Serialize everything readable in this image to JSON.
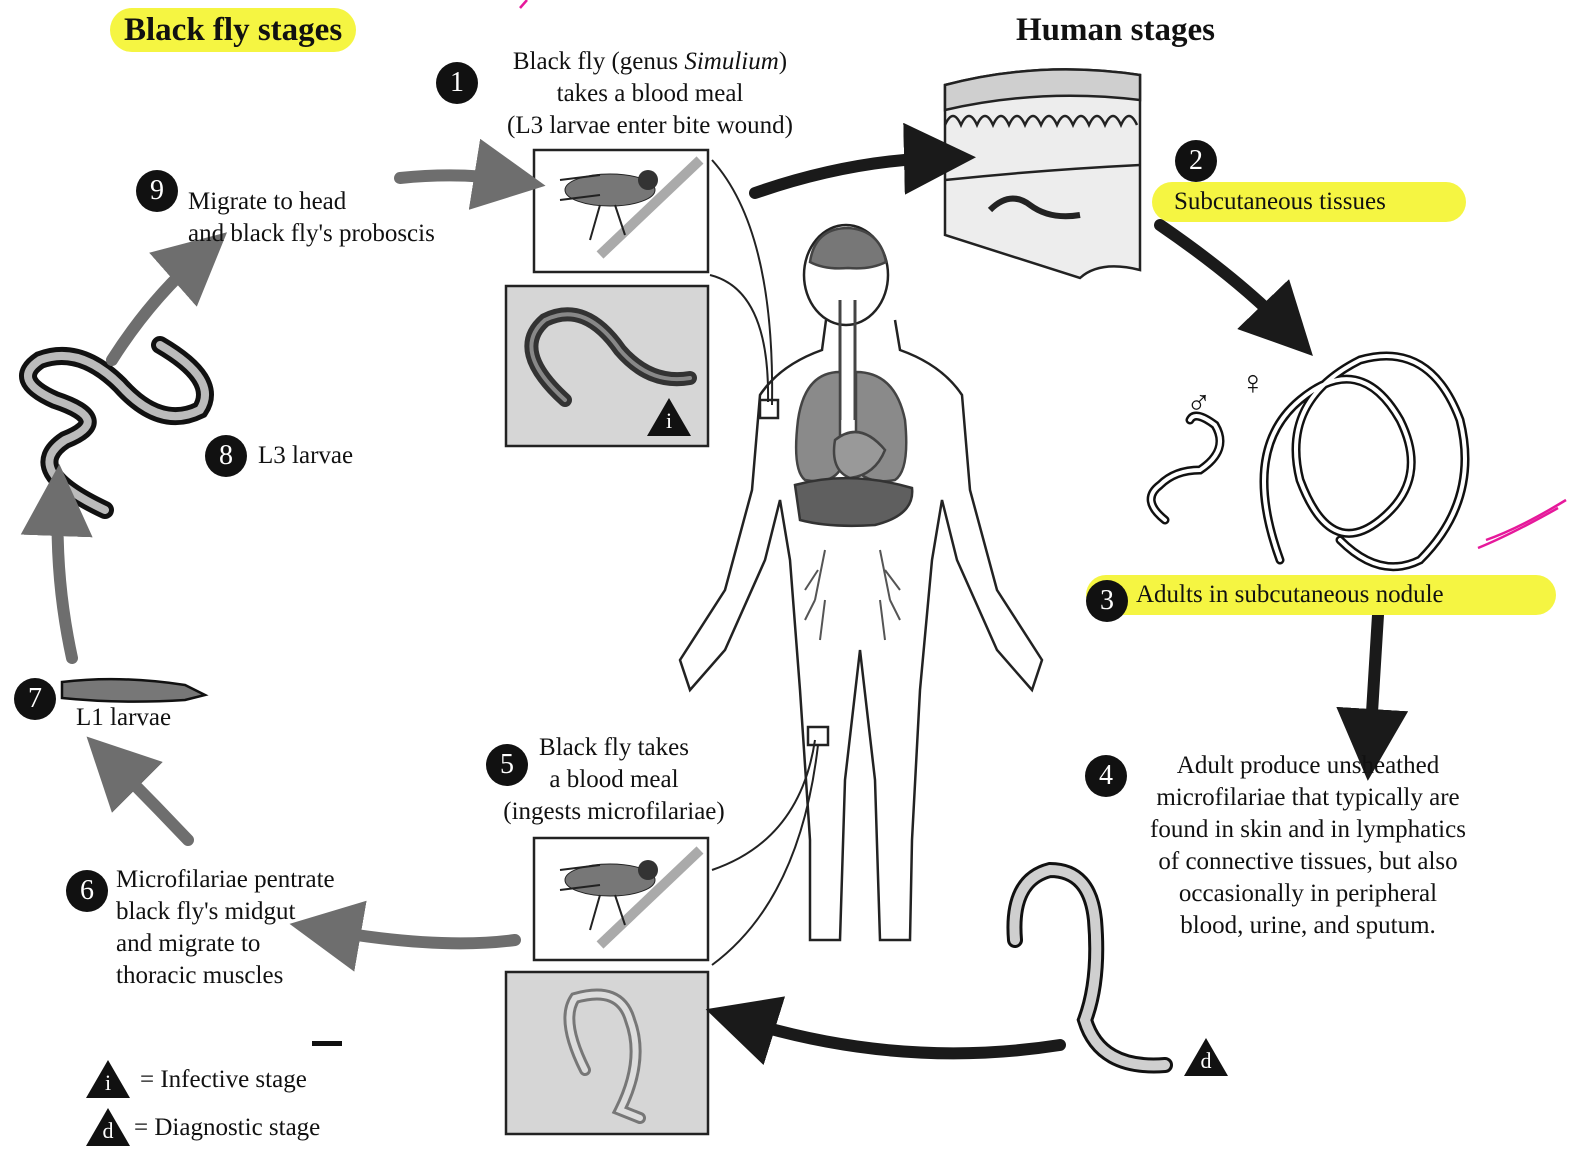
{
  "headings": {
    "black_fly": "Black fly stages",
    "human": "Human stages"
  },
  "steps": [
    {
      "n": "1",
      "lines": [
        "Black fly (genus ",
        "Simulium",
        ")",
        "takes a blood meal",
        "(L3 larvae enter bite wound)"
      ]
    },
    {
      "n": "2",
      "text": "Subcutaneous tissues"
    },
    {
      "n": "3",
      "text": "Adults in subcutaneous nodule"
    },
    {
      "n": "4",
      "lines": [
        "Adult produce unsheathed",
        "microfilariae that typically are",
        "found in skin and in lymphatics",
        "of connective tissues, but also",
        "occasionally in peripheral",
        "blood, urine, and sputum."
      ]
    },
    {
      "n": "5",
      "lines": [
        "Black fly takes",
        "a blood meal",
        "(ingests microfilariae)"
      ]
    },
    {
      "n": "6",
      "lines": [
        "Microfilariae pentrate",
        "black fly's midgut",
        "and migrate to",
        "thoracic muscles"
      ]
    },
    {
      "n": "7",
      "text": "L1 larvae"
    },
    {
      "n": "8",
      "text": "L3 larvae"
    },
    {
      "n": "9",
      "lines": [
        "Migrate to head",
        "and black fly's proboscis"
      ]
    }
  ],
  "legend": {
    "infective": {
      "letter": "i",
      "label": "= Infective stage"
    },
    "diagnostic": {
      "letter": "d",
      "label": "= Diagnostic stage"
    }
  },
  "symbols": {
    "male": "♂",
    "female": "♀"
  },
  "colors": {
    "highlight": "#f5f542",
    "pen": "#e6199b",
    "arrow_dark": "#1a1a1a",
    "arrow_gray": "#6e6e6e"
  }
}
